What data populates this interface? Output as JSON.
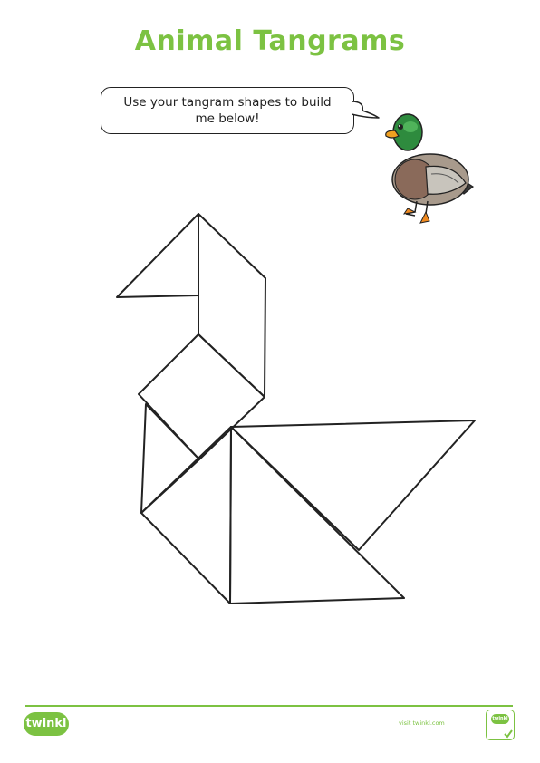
{
  "page": {
    "title": "Animal Tangrams",
    "speech_bubble": "Use your tangram shapes to build me below!",
    "accent_color": "#7cc242"
  },
  "illustration": {
    "animal": "duck",
    "icon": "duck-icon"
  },
  "tangram": {
    "pieces": 7,
    "outline_color": "#222222"
  },
  "footer": {
    "logo_text": "twinkl",
    "website": "visit twinkl.com",
    "badge_text": "twinkl"
  }
}
